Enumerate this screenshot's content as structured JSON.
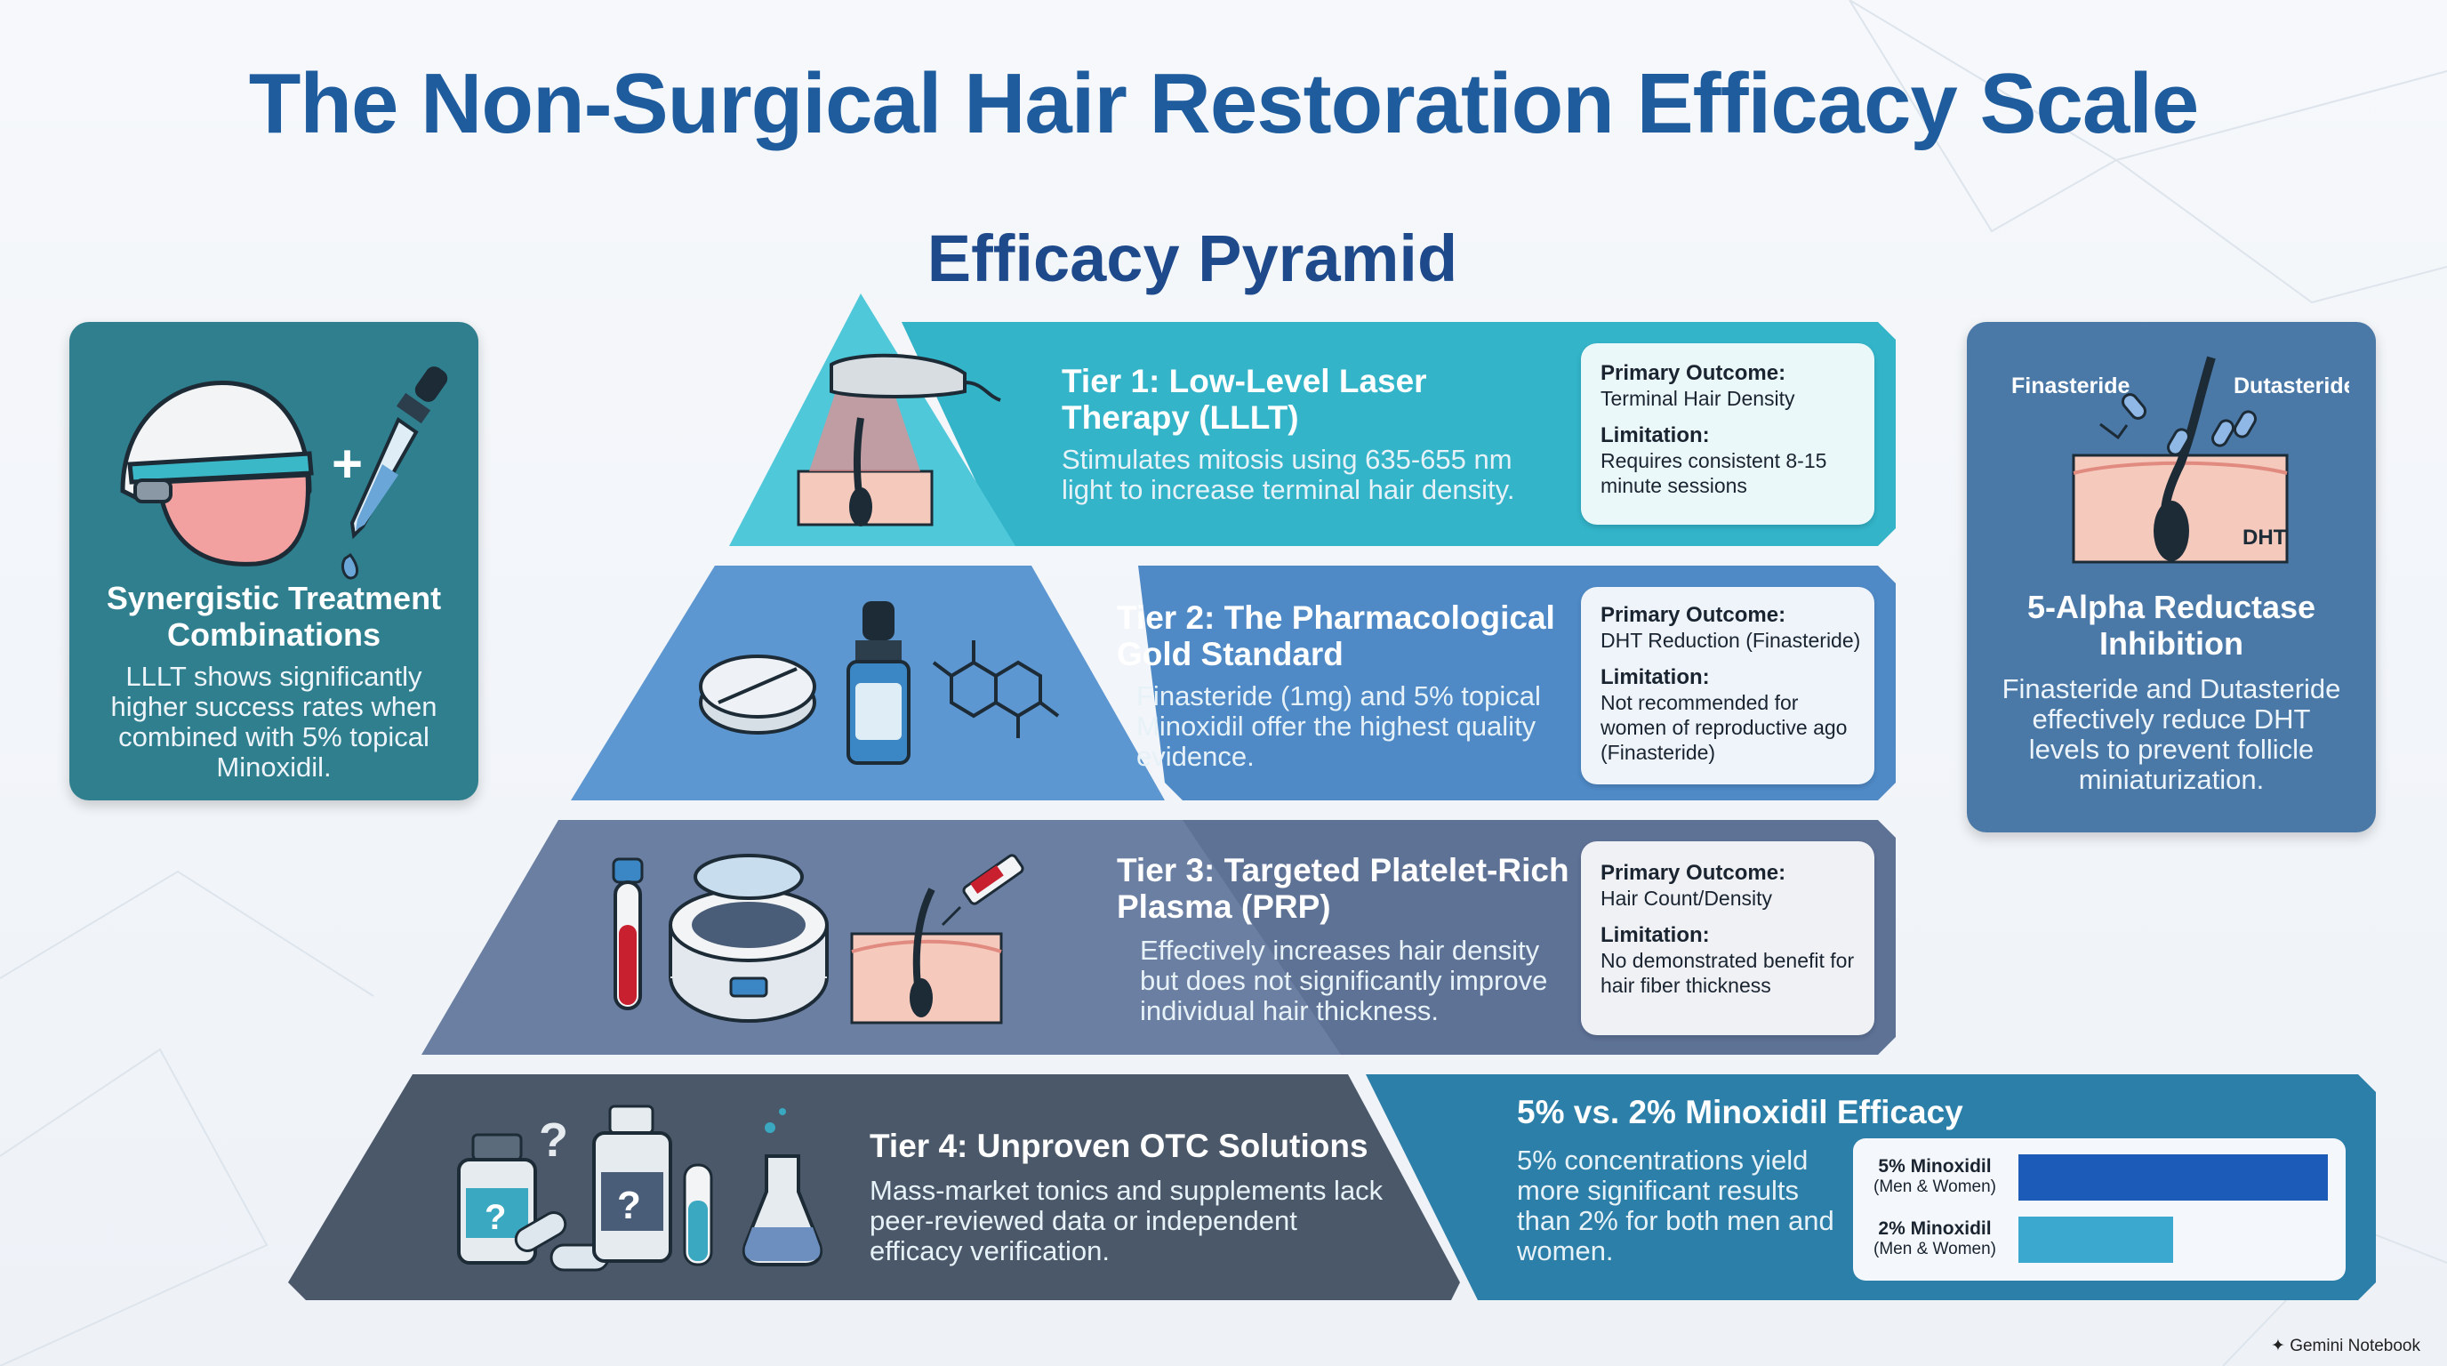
{
  "title": "The Non-Surgical Hair Restoration Efficacy Scale",
  "subtitle": "Efficacy Pyramid",
  "left_panel": {
    "title": "Synergistic Treatment Combinations",
    "body": "LLLT shows significantly higher success rates when combined with 5% topical Minoxidil.",
    "plus_symbol": "+"
  },
  "right_panel": {
    "title": "5-Alpha Reductase Inhibition",
    "body": "Finasteride and Dutasteride effectively reduce DHT levels to prevent follicle miniaturization.",
    "diagram_labels": {
      "left": "Finasteride",
      "right": "Dutasteride",
      "hormone": "DHT"
    }
  },
  "tiers": [
    {
      "title": "Tier 1: Low-Level Laser Therapy (LLLT)",
      "description": "Stimulates mitosis using 635-655 nm light to increase terminal hair density.",
      "outcome_label": "Primary Outcome:",
      "outcome": "Terminal Hair Density",
      "limitation_label": "Limitation:",
      "limitation": "Requires consistent 8-15 minute sessions",
      "color": "#33b4c9"
    },
    {
      "title": "Tier 2: The Pharmacological Gold Standard",
      "description": "Finasteride (1mg) and 5% topical Minoxidil offer the highest quality evidence.",
      "outcome_label": "Primary Outcome:",
      "outcome": "DHT Reduction (Finasteride)",
      "limitation_label": "Limitation:",
      "limitation": "Not recommended for women of reproductive ago (Finasteride)",
      "color": "#4f8ac7"
    },
    {
      "title": "Tier 3: Targeted Platelet-Rich Plasma (PRP)",
      "description": "Effectively increases hair density but does not significantly improve individual hair thickness.",
      "outcome_label": "Primary Outcome:",
      "outcome": "Hair Count/Density",
      "limitation_label": "Limitation:",
      "limitation": "No demonstrated benefit for hair fiber thickness",
      "color": "#5e7296"
    },
    {
      "title": "Tier 4: Unproven OTC Solutions",
      "description": "Mass-market tonics and supplements lack peer-reviewed data or independent efficacy verification.",
      "color": "#4b5869"
    }
  ],
  "minoxidil_panel": {
    "title": "5% vs. 2% Minoxidil Efficacy",
    "body": "5% concentrations yield more significant results than 2% for both men and women."
  },
  "chart_data": {
    "type": "bar",
    "orientation": "horizontal",
    "categories": [
      "5% Minoxidil",
      "2% Minoxidil"
    ],
    "category_sublabels": [
      "(Men & Women)",
      "(Men & Women)"
    ],
    "values": [
      1.0,
      0.5
    ],
    "colors": [
      "#1d5bb8",
      "#3aa8cf"
    ]
  },
  "watermark": "Gemini Notebook",
  "colors": {
    "title": "#1f5c9e",
    "left_panel_bg": "#2f7f8f",
    "right_panel_bg": "#4a79a8",
    "minoxidil_panel_bg": "#2c7fa8"
  }
}
